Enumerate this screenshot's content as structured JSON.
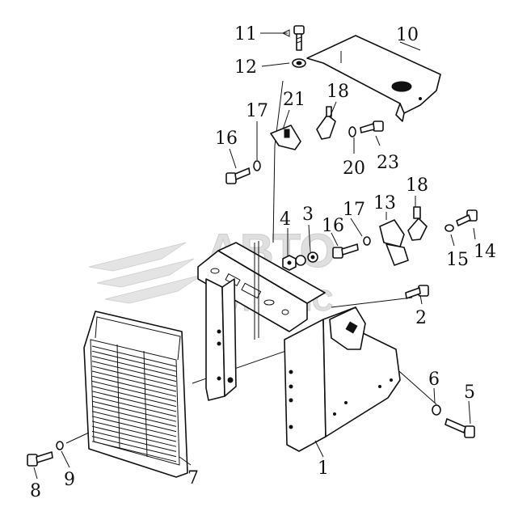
{
  "watermark": {
    "line1": "АВТО",
    "line2": "АЛЬЯНС"
  },
  "callouts": [
    {
      "id": "c1",
      "text": "1"
    },
    {
      "id": "c2",
      "text": "2"
    },
    {
      "id": "c3",
      "text": "3"
    },
    {
      "id": "c4",
      "text": "4"
    },
    {
      "id": "c5",
      "text": "5"
    },
    {
      "id": "c6",
      "text": "6"
    },
    {
      "id": "c7",
      "text": "7"
    },
    {
      "id": "c8",
      "text": "8"
    },
    {
      "id": "c9",
      "text": "9"
    },
    {
      "id": "c10",
      "text": "10"
    },
    {
      "id": "c11",
      "text": "11"
    },
    {
      "id": "c12",
      "text": "12"
    },
    {
      "id": "c13",
      "text": "13"
    },
    {
      "id": "c14",
      "text": "14"
    },
    {
      "id": "c15",
      "text": "15"
    },
    {
      "id": "c16a",
      "text": "16"
    },
    {
      "id": "c16b",
      "text": "16"
    },
    {
      "id": "c17a",
      "text": "17"
    },
    {
      "id": "c17b",
      "text": "17"
    },
    {
      "id": "c18a",
      "text": "18"
    },
    {
      "id": "c18b",
      "text": "18"
    },
    {
      "id": "c20",
      "text": "20"
    },
    {
      "id": "c21",
      "text": "21"
    },
    {
      "id": "c23",
      "text": "23"
    }
  ]
}
